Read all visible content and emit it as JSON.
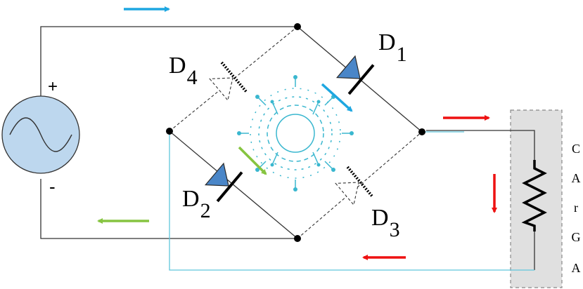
{
  "source": {
    "plus_sign": "+",
    "minus_sign": "-"
  },
  "diodes": {
    "d1": {
      "letter": "D",
      "sub": "1"
    },
    "d2": {
      "letter": "D",
      "sub": "2"
    },
    "d3": {
      "letter": "D",
      "sub": "3"
    },
    "d4": {
      "letter": "D",
      "sub": "4"
    }
  },
  "load": {
    "label_chars": [
      "C",
      "A",
      "r",
      "G",
      "A"
    ]
  },
  "colors": {
    "wire": "#333333",
    "wire_cyan": "#5fc5dc",
    "diode_fill": "#4a86c8",
    "source_fill": "#bdd7ee",
    "arrow_blue": "#1ea7e1",
    "arrow_red": "#ee1111",
    "arrow_green": "#86c440",
    "load_fill": "#e0e0e0",
    "chip_color": "#3ab7cf"
  },
  "icons": [
    "ac-source-icon",
    "diode-icon",
    "resistor-icon",
    "circuit-chip-icon",
    "arrow-icon"
  ]
}
